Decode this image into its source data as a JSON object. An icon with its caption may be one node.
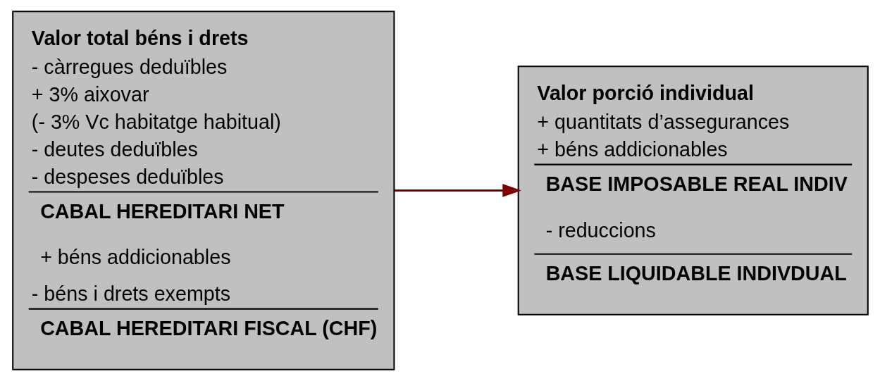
{
  "diagram": {
    "nodes": [
      {
        "text": [
          "Valor total béns i drets",
          "- càrregues deduïbles",
          "+ 3% aixovar",
          "(- 3% Vc habitatge habitual)",
          "- deutes deduïbles",
          "- despeses deduïbles",
          "CABAL HEREDITARI NET",
          "+ béns addicionables",
          "- béns i drets exempts",
          "CABAL HEREDITARI FISCAL (CHF)"
        ]
      },
      {
        "text": [
          "Valor porció individual",
          "+ quantitats d’assegurances",
          "+ béns addicionables",
          "BASE IMPOSABLE REAL INDIV",
          "- reduccions",
          "BASE LIQUIDABLE INDIVDUAL"
        ]
      }
    ],
    "edges": [
      {
        "from": 0,
        "to": 1,
        "arrow": "to",
        "color": "#800000"
      }
    ]
  }
}
